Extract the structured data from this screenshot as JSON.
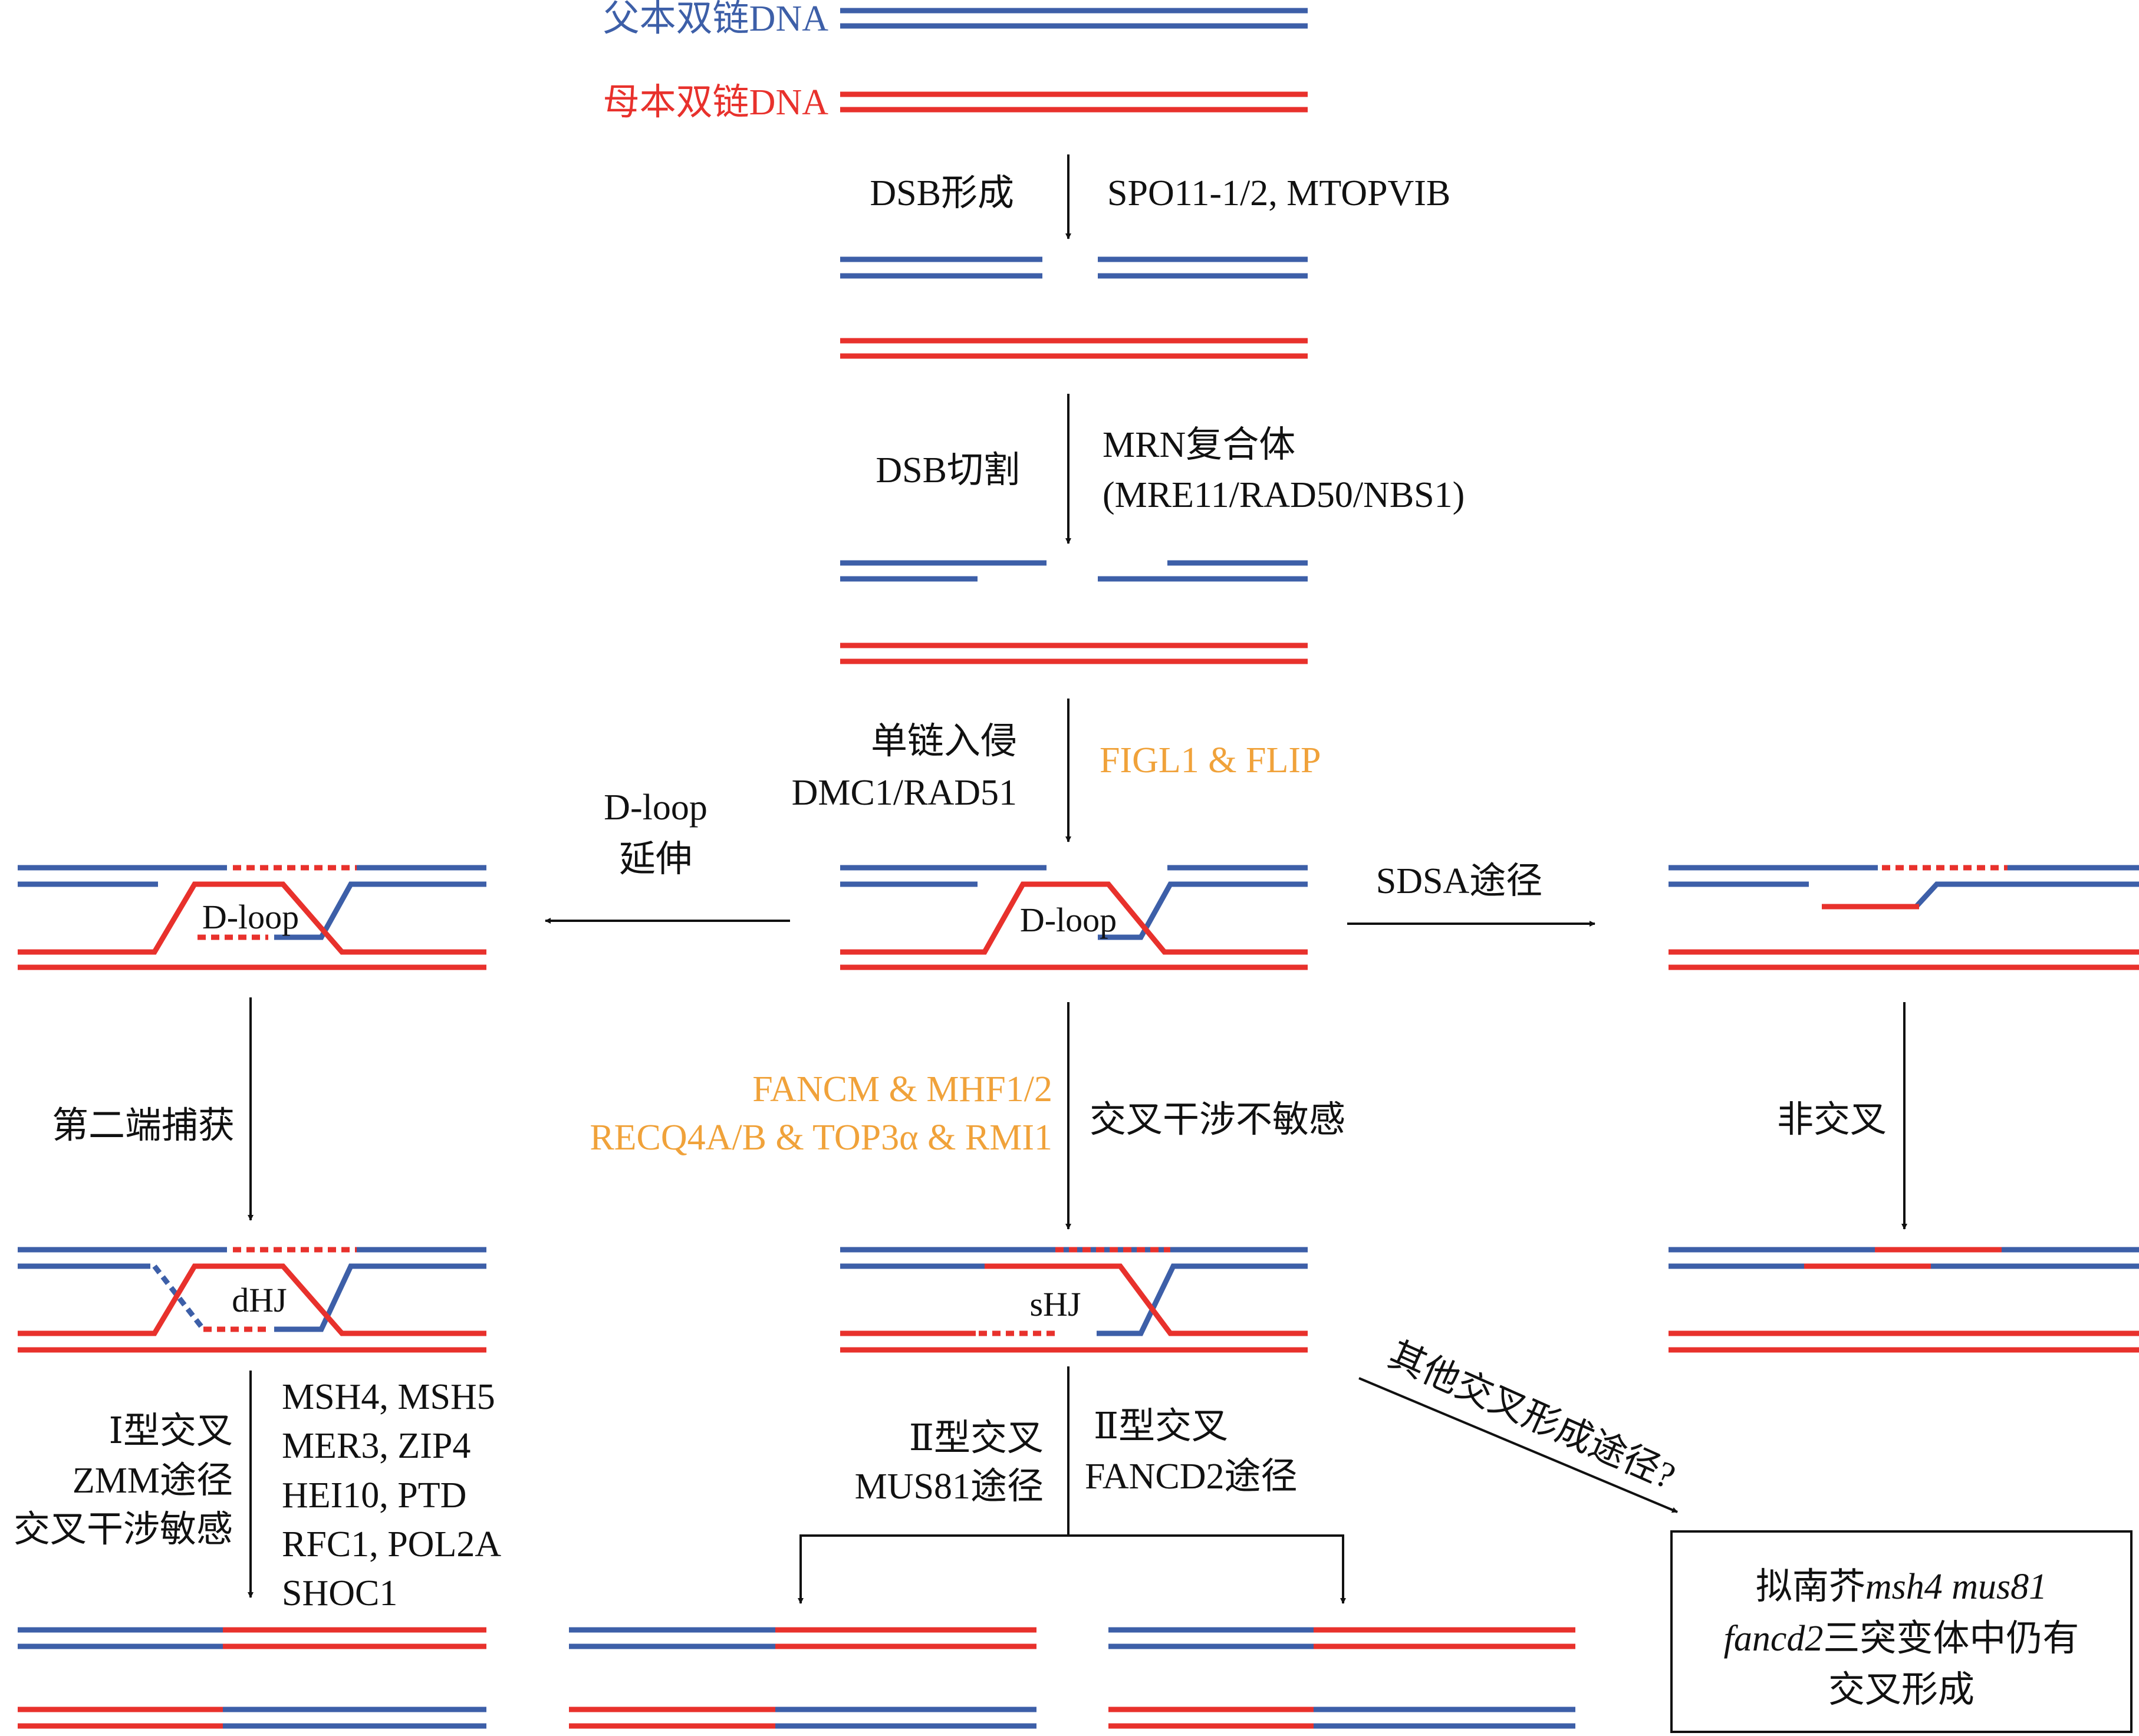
{
  "legend": {
    "paternal": "父本双链DNA",
    "maternal": "母本双链DNA"
  },
  "steps": {
    "dsb_formation": "DSB形成",
    "dsb_formation_genes": "SPO11-1/2, MTOPVIB",
    "dsb_resection": "DSB切割",
    "mrn_line1": "MRN复合体",
    "mrn_line2": "(MRE11/RAD50/NBS1)",
    "invasion_line1": "单链入侵",
    "invasion_line2": "DMC1/RAD51",
    "figl": "FIGL1 & FLIP",
    "dloop_ext_line1": "D-loop",
    "dloop_ext_line2": "延伸",
    "sdsa": "SDSA途径",
    "second_end": "第二端捕获",
    "fancm": "FANCM & MHF1/2",
    "recq": "RECQ4A/B & TOP3α & RMI1",
    "insensitive": "交叉干涉不敏感",
    "noncrossover": "非交叉",
    "class1_line1": "Ⅰ型交叉",
    "class1_line2": "ZMM途径",
    "class1_line3": "交叉干涉敏感",
    "zmm_genes": [
      "MSH4, MSH5",
      "MER3, ZIP4",
      "HEI10, PTD",
      "RFC1, POL2A",
      "SHOC1"
    ],
    "class2a_line1": "Ⅱ型交叉",
    "class2a_line2": "MUS81途径",
    "class2b_line1": "Ⅱ型交叉",
    "class2b_line2": "FANCD2途径",
    "other_path": "其他交叉形成途径?",
    "box_line1_prefix": "拟南芥",
    "box_line1_italic": "msh4 mus81",
    "box_line2_italic": "fancd2",
    "box_line2_suffix": "三突变体中仍有",
    "box_line3": "交叉形成"
  },
  "structures": {
    "dloop": "D-loop",
    "dhj": "dHJ",
    "shj": "sHJ"
  },
  "colors": {
    "paternal": "#3d5fa8",
    "maternal": "#e8312c",
    "regulator": "#f0a23a"
  }
}
